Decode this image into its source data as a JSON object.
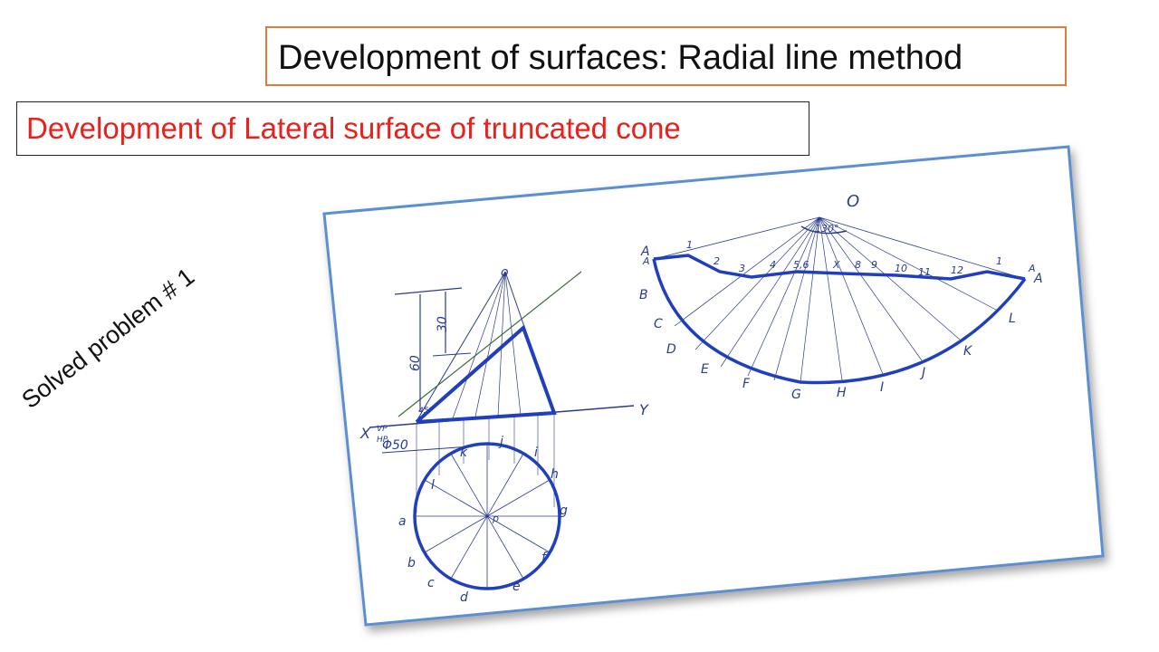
{
  "title": "Development of surfaces: Radial line method",
  "subtitle": "Development of Lateral surface of truncated cone",
  "side_label": "Solved problem # 1",
  "drawing": {
    "apex_label": "o",
    "dev_apex_label": "O",
    "angle_label": "130°",
    "dim_60": "60",
    "dim_30": "30",
    "dia_label": "Φ50",
    "x_label": "X",
    "y_label": "Y",
    "vp_label": "VP",
    "hp_label": "HP",
    "angle45": "45°",
    "plan_center": "p",
    "plan_letters": [
      "a",
      "b",
      "c",
      "d",
      "e",
      "f",
      "g",
      "h",
      "i",
      "j",
      "k",
      "l"
    ],
    "arc_letters": [
      "A",
      "B",
      "C",
      "D",
      "E",
      "F",
      "G",
      "H",
      "I",
      "J",
      "K",
      "L",
      "A"
    ],
    "top_numbers": [
      "A",
      "1",
      "2",
      "3",
      "4",
      "5,6",
      "X",
      "8",
      "9",
      "10",
      "11",
      "12",
      "1",
      "A"
    ],
    "colors": {
      "ink": "#2a3b8f",
      "thick": "#1f3fbf",
      "border": "#5b8fd1"
    }
  }
}
